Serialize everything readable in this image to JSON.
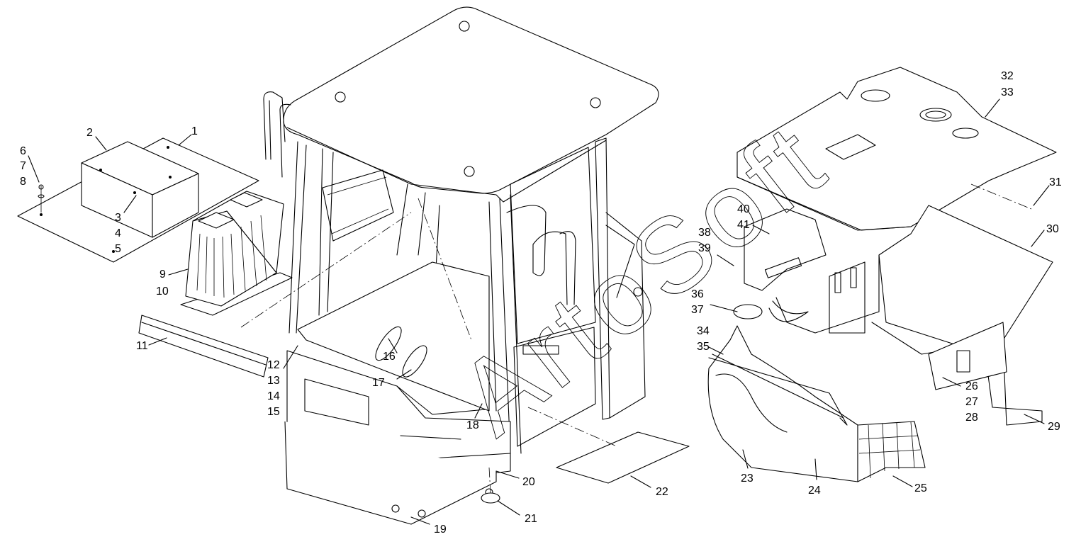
{
  "watermark": "ArtoSoft",
  "labels": {
    "n1": "1",
    "n2": "2",
    "n3": "3",
    "n4": "4",
    "n5": "5",
    "n6a": "6",
    "n7": "7",
    "n8": "8",
    "n9": "9",
    "n10": "10",
    "n11": "11",
    "n12": "12",
    "n13": "13",
    "n14": "14",
    "n15": "15",
    "n16": "16",
    "n17": "17",
    "n18": "18",
    "n19": "19",
    "n20": "20",
    "n21": "21",
    "n22": "22",
    "n23": "23",
    "n24": "24",
    "n25": "25",
    "n26": "26",
    "n27": "27",
    "n28": "28",
    "n29": "29",
    "n30": "30",
    "n31": "31",
    "n32": "32",
    "n33": "33",
    "n34": "34",
    "n35": "35",
    "n36": "36",
    "n37": "37",
    "n38": "38",
    "n39": "39",
    "n40": "40",
    "n41": "41"
  }
}
